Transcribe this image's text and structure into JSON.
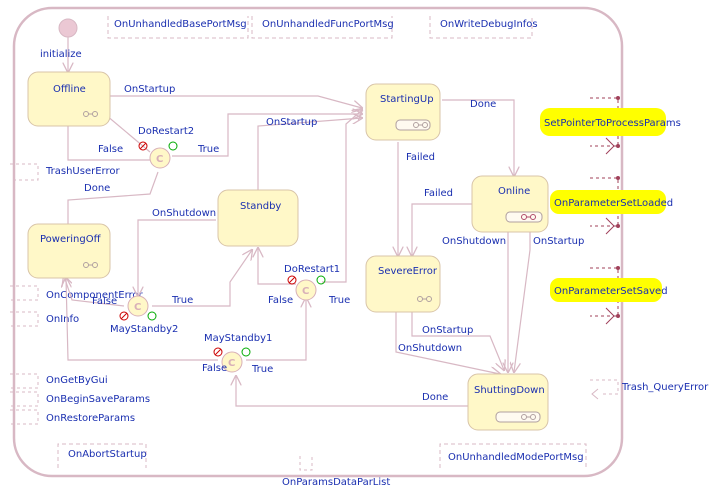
{
  "initial": {
    "label": "initialize"
  },
  "states": [
    {
      "id": "offline",
      "name": "Offline"
    },
    {
      "id": "startingup",
      "name": "StartingUp"
    },
    {
      "id": "standby",
      "name": "Standby"
    },
    {
      "id": "poweringoff",
      "name": "PoweringOff"
    },
    {
      "id": "online",
      "name": "Online"
    },
    {
      "id": "severeerror",
      "name": "SevereError"
    },
    {
      "id": "shuttingdown",
      "name": "ShuttingDown"
    }
  ],
  "choices": [
    {
      "id": "dorestart2",
      "name": "DoRestart2",
      "glyph": "C"
    },
    {
      "id": "dorestart1",
      "name": "DoRestart1",
      "glyph": "C"
    },
    {
      "id": "maystandby2",
      "name": "MayStandby2",
      "glyph": "C"
    },
    {
      "id": "maystandby1",
      "name": "MayStandby1",
      "glyph": "C"
    }
  ],
  "transitions": {
    "offline_startup": "OnStartup",
    "standby_startup": "OnStartup",
    "startingup_done": "Done",
    "startingup_failed": "Failed",
    "online_failed": "Failed",
    "online_shutdown": "OnShutdown",
    "online_startup": "OnStartup",
    "standby_shutdown": "OnShutdown",
    "poweringoff_done": "Done",
    "severe_startup": "OnStartup",
    "severe_shutdown": "OnShutdown",
    "shutting_done": "Done",
    "dr2_false": "False",
    "dr2_true": "True",
    "dr1_false": "False",
    "dr1_true": "True",
    "ms2_false": "False",
    "ms2_true": "True",
    "ms1_false": "False",
    "ms1_true": "True"
  },
  "ports": {
    "top": [
      "OnUnhandledBasePortMsg",
      "OnUnhandledFuncPortMsg",
      "OnWriteDebugInfos"
    ],
    "left": [
      "TrashUserError",
      "OnComponentError",
      "OnInfo",
      "OnGetByGui",
      "OnBeginSaveParams",
      "OnRestoreParams"
    ],
    "bottom": [
      "OnAbortStartup",
      "OnParamsDataParList",
      "OnUnhandledModePortMsg"
    ],
    "right_highlighted": [
      "SetPointerToProcessParams",
      "OnParameterSetLoaded",
      "OnParameterSetSaved"
    ],
    "right": [
      "Trash_QueryError"
    ]
  },
  "colors": {
    "frame": "#d8b8c4",
    "state_fill": "#fff8c8",
    "state_stroke": "#d8c4a8",
    "text": "#1a2fb0",
    "highlight": "#ffff00",
    "choice_stroke": "#d8b0b8",
    "false_marker": "#cc0000",
    "true_marker": "#00aa00"
  }
}
